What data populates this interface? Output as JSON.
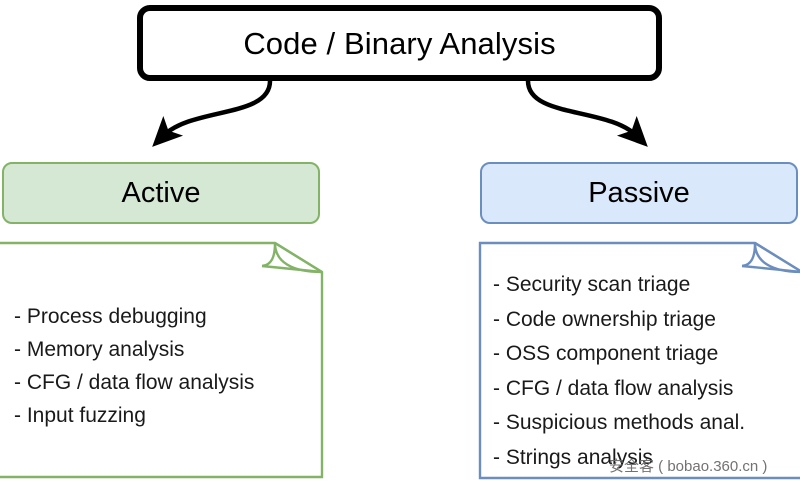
{
  "diagram": {
    "root": {
      "label": "Code / Binary Analysis",
      "border_color": "#000000",
      "fill_color": "#ffffff"
    },
    "branches": [
      {
        "id": "active",
        "label": "Active",
        "fill_color": "#d5e8d4",
        "border_color": "#82b366",
        "note_border_color": "#82b366",
        "items": [
          "- Process debugging",
          "- Memory analysis",
          "- CFG / data flow analysis",
          "- Input fuzzing"
        ]
      },
      {
        "id": "passive",
        "label": "Passive",
        "fill_color": "#dae8fc",
        "border_color": "#6c8ebf",
        "note_border_color": "#6c8ebf",
        "items": [
          "- Security scan triage",
          "- Code ownership triage",
          "- OSS component triage",
          "- CFG / data flow analysis",
          "- Suspicious methods anal.",
          "- Strings analysis"
        ]
      }
    ],
    "connectors": [
      {
        "id": "root-to-active",
        "style": "curved-arrow",
        "color": "#000000"
      },
      {
        "id": "root-to-passive",
        "style": "curved-arrow",
        "color": "#000000"
      }
    ]
  },
  "watermark": {
    "text": "安全客 ( bobao.360.cn )"
  }
}
